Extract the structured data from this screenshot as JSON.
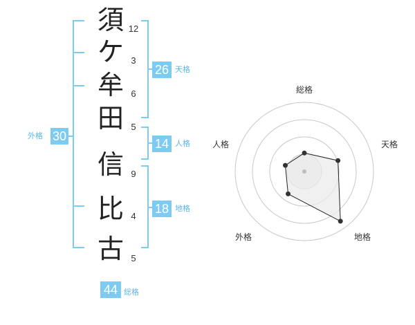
{
  "name": {
    "characters": [
      {
        "char": "須",
        "strokes": "12"
      },
      {
        "char": "ケ",
        "strokes": "3"
      },
      {
        "char": "牟",
        "strokes": "6"
      },
      {
        "char": "田",
        "strokes": "5"
      },
      {
        "char": "信",
        "strokes": "9"
      },
      {
        "char": "比",
        "strokes": "4"
      },
      {
        "char": "古",
        "strokes": "5"
      }
    ]
  },
  "kakusu": {
    "tenkaku": {
      "value": "26",
      "label": "天格"
    },
    "jinkaku": {
      "value": "14",
      "label": "人格"
    },
    "chikaku": {
      "value": "18",
      "label": "地格"
    },
    "gaikaku": {
      "value": "30",
      "label": "外格"
    },
    "soukaku": {
      "value": "44",
      "label": "総格"
    }
  },
  "chart_data": {
    "type": "radar",
    "axes": [
      "総格",
      "天格",
      "地格",
      "外格",
      "人格"
    ],
    "levels": 4,
    "values": [
      1.2,
      2.3,
      4.0,
      1.8,
      1.3
    ],
    "max": 4.5
  },
  "colors": {
    "accent": "#7ecbf2",
    "label": "#5fb6e6",
    "radar_fill": "#e9e9e9",
    "radar_line": "#222222",
    "grid": "#c8c8c8"
  }
}
